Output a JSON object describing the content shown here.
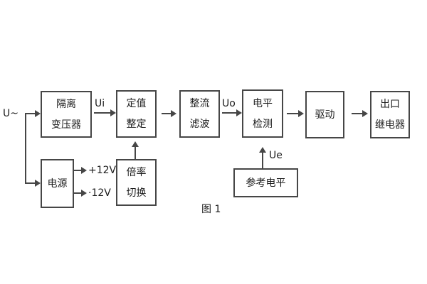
{
  "figure": {
    "caption": "图 1",
    "line_color": "#464646",
    "text_color": "#1c1c1c",
    "background": "#ffffff"
  },
  "labels": {
    "input": "U~",
    "ui": "Ui",
    "uo": "Uo",
    "ue": "Ue",
    "rail_pos": "+12V",
    "rail_neg": "·12V"
  },
  "blocks": {
    "isolation_transformer": {
      "line1": "隔离",
      "line2": "变压器"
    },
    "setting": {
      "line1": "定值",
      "line2": "整定"
    },
    "rectifier_filter": {
      "line1": "整流",
      "line2": "滤波"
    },
    "level_detect": {
      "line1": "电平",
      "line2": "检测"
    },
    "driver": {
      "label": "驱动"
    },
    "output_relay": {
      "line1": "出口",
      "line2": "继电器"
    },
    "power": {
      "label": "电源"
    },
    "ratio_switch": {
      "line1": "倍率",
      "line2": "切换"
    },
    "reference_level": {
      "label": "参考电平"
    }
  }
}
